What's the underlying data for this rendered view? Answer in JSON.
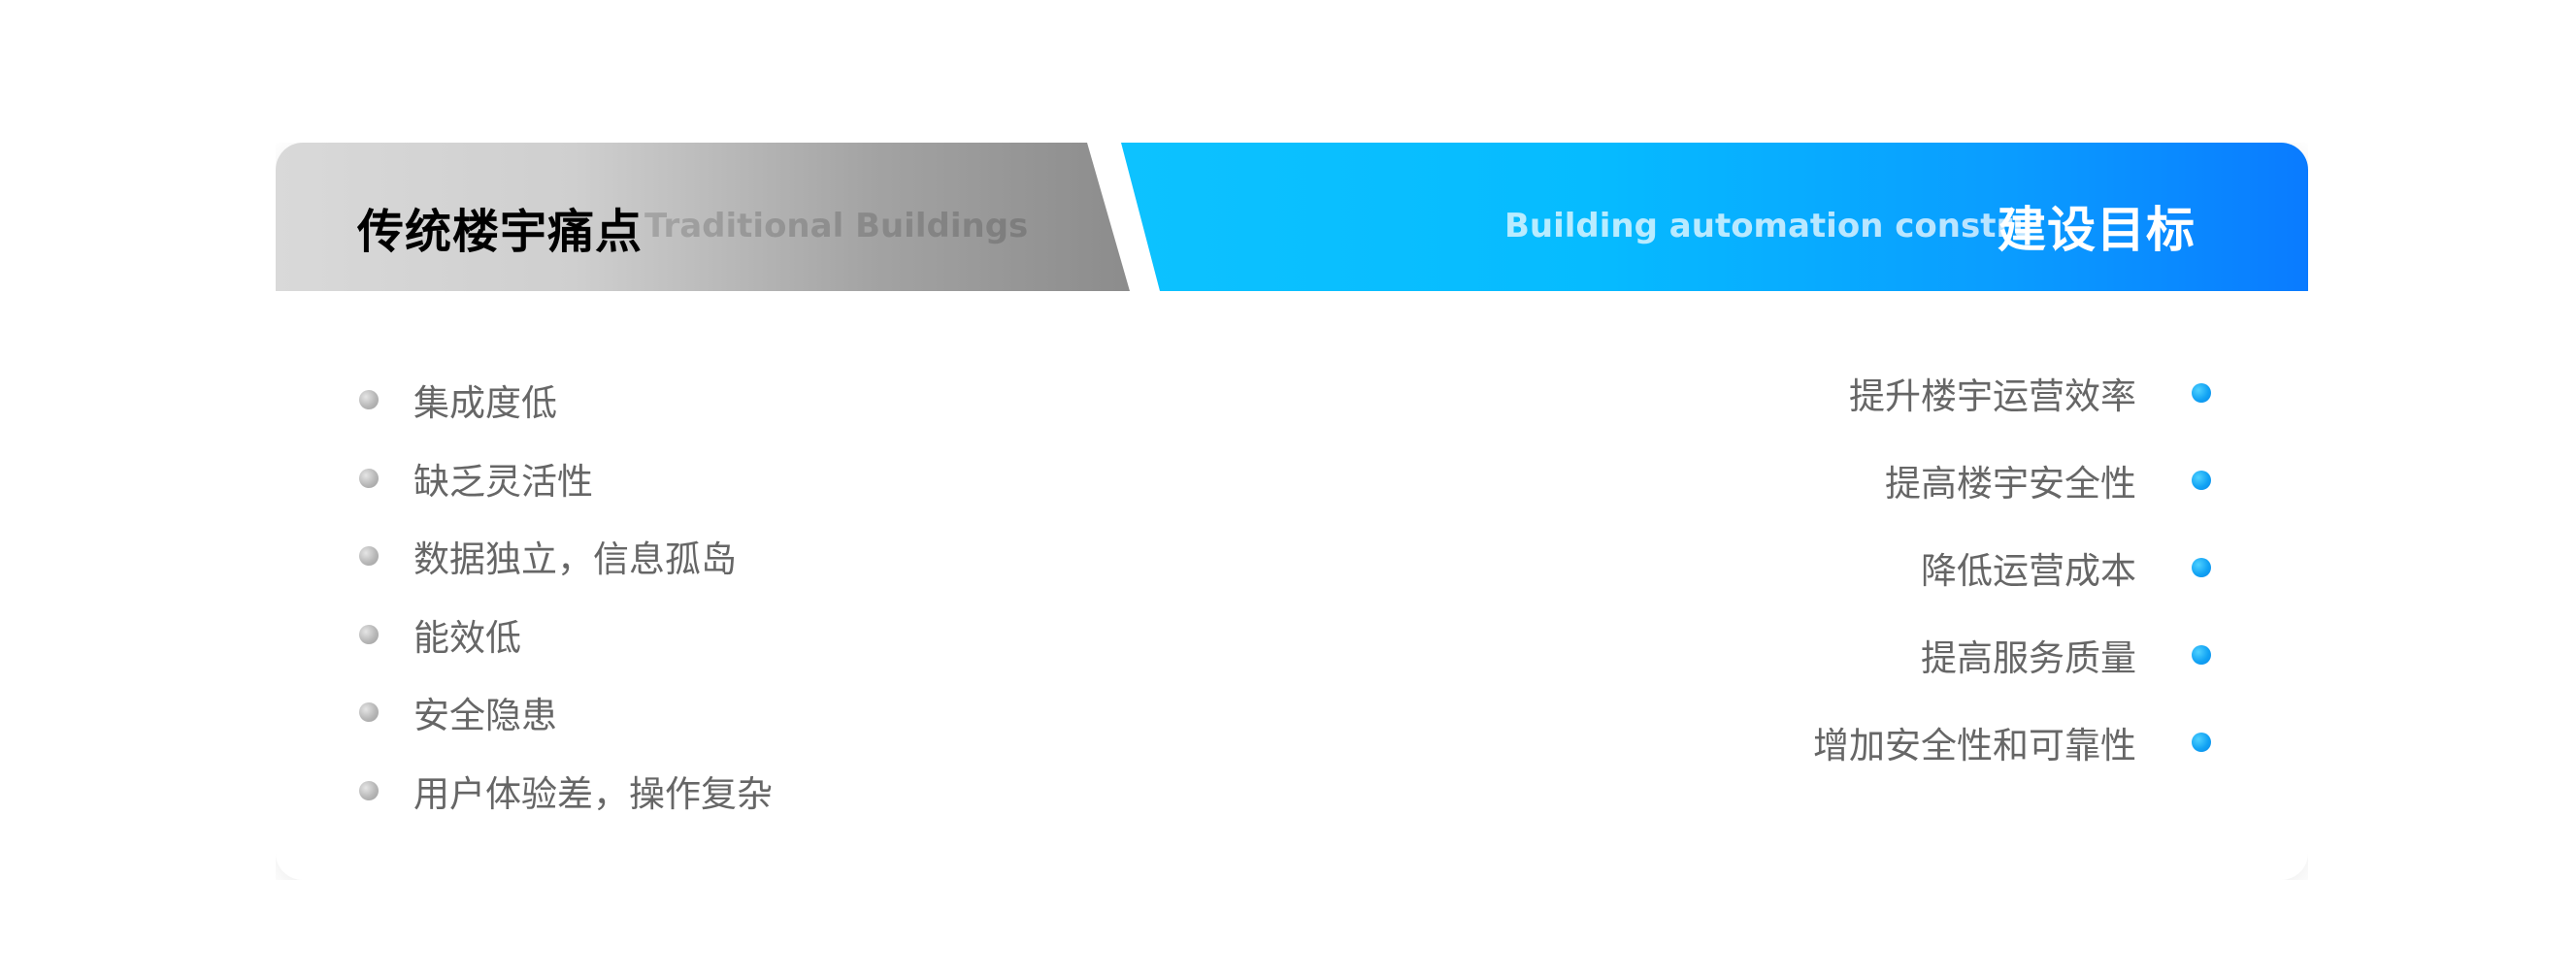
{
  "left_panel": {
    "title": "传统楼宇痛点",
    "subtitle": "Traditional Buildings",
    "items": [
      {
        "label": "集成度低"
      },
      {
        "label": "缺乏灵活性"
      },
      {
        "label": "数据独立，信息孤岛"
      },
      {
        "label": "能效低"
      },
      {
        "label": "安全隐患"
      },
      {
        "label": "用户体验差，操作复杂"
      }
    ]
  },
  "right_panel": {
    "title": "建设目标",
    "subtitle": "Building automation construction",
    "items": [
      {
        "label": "提升楼宇运营效率"
      },
      {
        "label": "提高楼宇安全性"
      },
      {
        "label": "降低运营成本"
      },
      {
        "label": "提高服务质量"
      },
      {
        "label": "增加安全性和可靠性"
      }
    ]
  },
  "colors": {
    "left_header_start": "#d9d9d9",
    "left_header_end": "#8c8c8c",
    "right_header_start": "#0dc2ff",
    "right_header_end": "#0a7bff",
    "item_text": "#666666",
    "left_bullet": "#b7b7b7",
    "right_bullet": "#12a3f4"
  }
}
